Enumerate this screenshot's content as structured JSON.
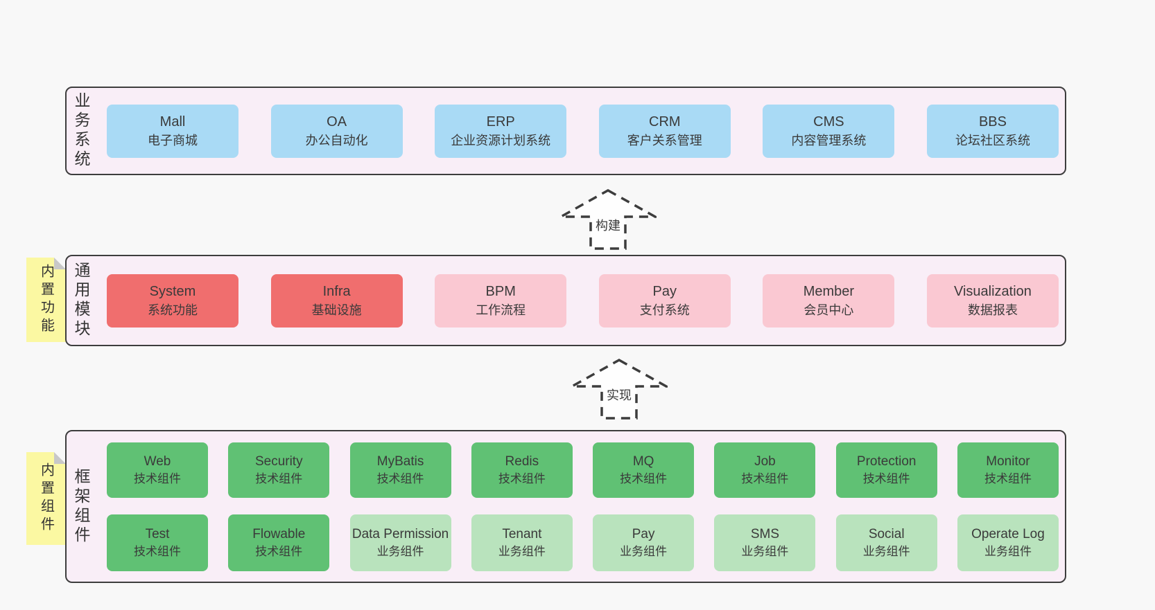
{
  "colors": {
    "page_background": "#f8f8f8",
    "layer_background": "#f9eef7",
    "layer_border": "#3d3d3d",
    "box_blue": "#a9daf5",
    "box_red": "#f06e6e",
    "box_pink": "#fac8d2",
    "box_green": "#60c174",
    "box_light_green": "#b9e3bd",
    "sticky_note": "#fbf8a2",
    "sticky_note_fold": "#c8c8c8",
    "text": "#3a3a3a"
  },
  "arrows": [
    {
      "label": "构建"
    },
    {
      "label": "实现"
    }
  ],
  "layers": [
    {
      "label": "业务系统",
      "boxes": [
        {
          "en": "Mall",
          "cn": "电子商城",
          "variant": "blue"
        },
        {
          "en": "OA",
          "cn": "办公自动化",
          "variant": "blue"
        },
        {
          "en": "ERP",
          "cn": "企业资源计划系统",
          "variant": "blue"
        },
        {
          "en": "CRM",
          "cn": "客户关系管理",
          "variant": "blue"
        },
        {
          "en": "CMS",
          "cn": "内容管理系统",
          "variant": "blue"
        },
        {
          "en": "BBS",
          "cn": "论坛社区系统",
          "variant": "blue"
        }
      ]
    },
    {
      "label": "通用模块",
      "note": "内置功能",
      "boxes": [
        {
          "en": "System",
          "cn": "系统功能",
          "variant": "red"
        },
        {
          "en": "Infra",
          "cn": "基础设施",
          "variant": "red"
        },
        {
          "en": "BPM",
          "cn": "工作流程",
          "variant": "pink"
        },
        {
          "en": "Pay",
          "cn": "支付系统",
          "variant": "pink"
        },
        {
          "en": "Member",
          "cn": "会员中心",
          "variant": "pink"
        },
        {
          "en": "Visualization",
          "cn": "数据报表",
          "variant": "pink"
        }
      ]
    },
    {
      "label": "框架组件",
      "note": "内置组件",
      "row1": [
        {
          "en": "Web",
          "cn": "技术组件",
          "variant": "green"
        },
        {
          "en": "Security",
          "cn": "技术组件",
          "variant": "green"
        },
        {
          "en": "MyBatis",
          "cn": "技术组件",
          "variant": "green"
        },
        {
          "en": "Redis",
          "cn": "技术组件",
          "variant": "green"
        },
        {
          "en": "MQ",
          "cn": "技术组件",
          "variant": "green"
        },
        {
          "en": "Job",
          "cn": "技术组件",
          "variant": "green"
        },
        {
          "en": "Protection",
          "cn": "技术组件",
          "variant": "green"
        },
        {
          "en": "Monitor",
          "cn": "技术组件",
          "variant": "green"
        }
      ],
      "row2": [
        {
          "en": "Test",
          "cn": "技术组件",
          "variant": "green"
        },
        {
          "en": "Flowable",
          "cn": "技术组件",
          "variant": "green"
        },
        {
          "en": "Data Permission",
          "cn": "业务组件",
          "variant": "light-green"
        },
        {
          "en": "Tenant",
          "cn": "业务组件",
          "variant": "light-green"
        },
        {
          "en": "Pay",
          "cn": "业务组件",
          "variant": "light-green"
        },
        {
          "en": "SMS",
          "cn": "业务组件",
          "variant": "light-green"
        },
        {
          "en": "Social",
          "cn": "业务组件",
          "variant": "light-green"
        },
        {
          "en": "Operate Log",
          "cn": "业务组件",
          "variant": "light-green"
        }
      ]
    }
  ]
}
